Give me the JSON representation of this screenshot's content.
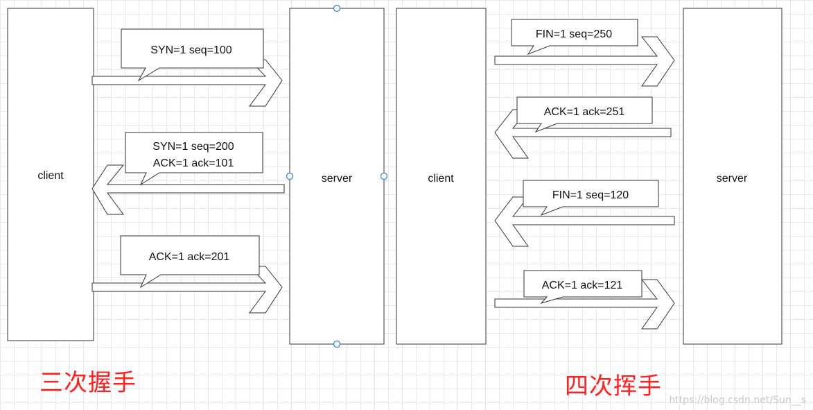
{
  "colors": {
    "title": "#ff2020",
    "stroke": "#333333",
    "handle": "#2b7fd9",
    "grid": "#e9e9e9"
  },
  "handshake": {
    "title": "三次握手",
    "client_label": "client",
    "server_label": "server",
    "messages": [
      {
        "lines": [
          "SYN=1 seq=100"
        ],
        "direction": "client-to-server"
      },
      {
        "lines": [
          "SYN=1 seq=200",
          "ACK=1 ack=101"
        ],
        "direction": "server-to-client"
      },
      {
        "lines": [
          "ACK=1 ack=201"
        ],
        "direction": "client-to-server"
      }
    ]
  },
  "wave": {
    "title": "四次挥手",
    "client_label": "client",
    "server_label": "server",
    "messages": [
      {
        "lines": [
          "FIN=1 seq=250"
        ],
        "direction": "client-to-server"
      },
      {
        "lines": [
          "ACK=1 ack=251"
        ],
        "direction": "server-to-client"
      },
      {
        "lines": [
          "FIN=1 seq=120"
        ],
        "direction": "server-to-client"
      },
      {
        "lines": [
          "ACK=1 ack=121"
        ],
        "direction": "client-to-server"
      }
    ]
  },
  "watermark": "https://blog.csdn.net/Sun__s"
}
